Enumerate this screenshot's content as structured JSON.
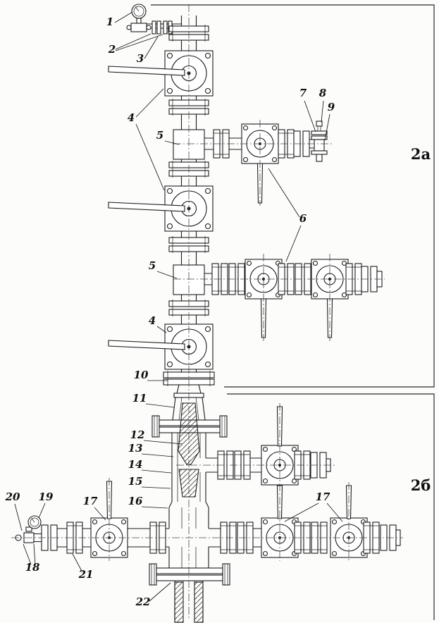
{
  "figure": {
    "sections": {
      "top": "2а",
      "bottom": "2б"
    },
    "callouts": {
      "1": "1",
      "2": "2",
      "3": "3",
      "4": "4",
      "5": "5",
      "6": "6",
      "7": "7",
      "8": "8",
      "9": "9",
      "10": "10",
      "11": "11",
      "12": "12",
      "13": "13",
      "14": "14",
      "15": "15",
      "16": "16",
      "17": "17",
      "18": "18",
      "19": "19",
      "20": "20",
      "21": "21",
      "22": "22"
    }
  }
}
